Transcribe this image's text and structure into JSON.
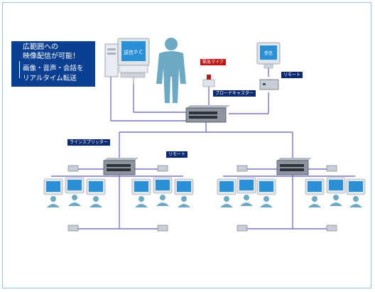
{
  "banner": {
    "line1": "広範囲への",
    "line2": "映像配信が可能！",
    "line3": "画像・音声・会話を",
    "line4": "リアルタイム転送"
  },
  "labels": {
    "server_pc": "送信ＰＣ",
    "emergency_mic": "緊急マイク",
    "broadcaster": "ブロードキャスター",
    "remote_top": "リモート",
    "line_splitter": "ラインスプリッター",
    "remote_mid": "リモート",
    "terminal_screen": "受信"
  },
  "colors": {
    "banner_bg": "#0b3f91",
    "tag_bg": "#0b2a72",
    "mic_tag_bg": "#c01818",
    "line": "#7a76c8",
    "monitor_body": "#dfe3ea",
    "screen": "#2b8fd6",
    "person": "#6ea9c4",
    "frame_border": "#9ac4e4"
  }
}
